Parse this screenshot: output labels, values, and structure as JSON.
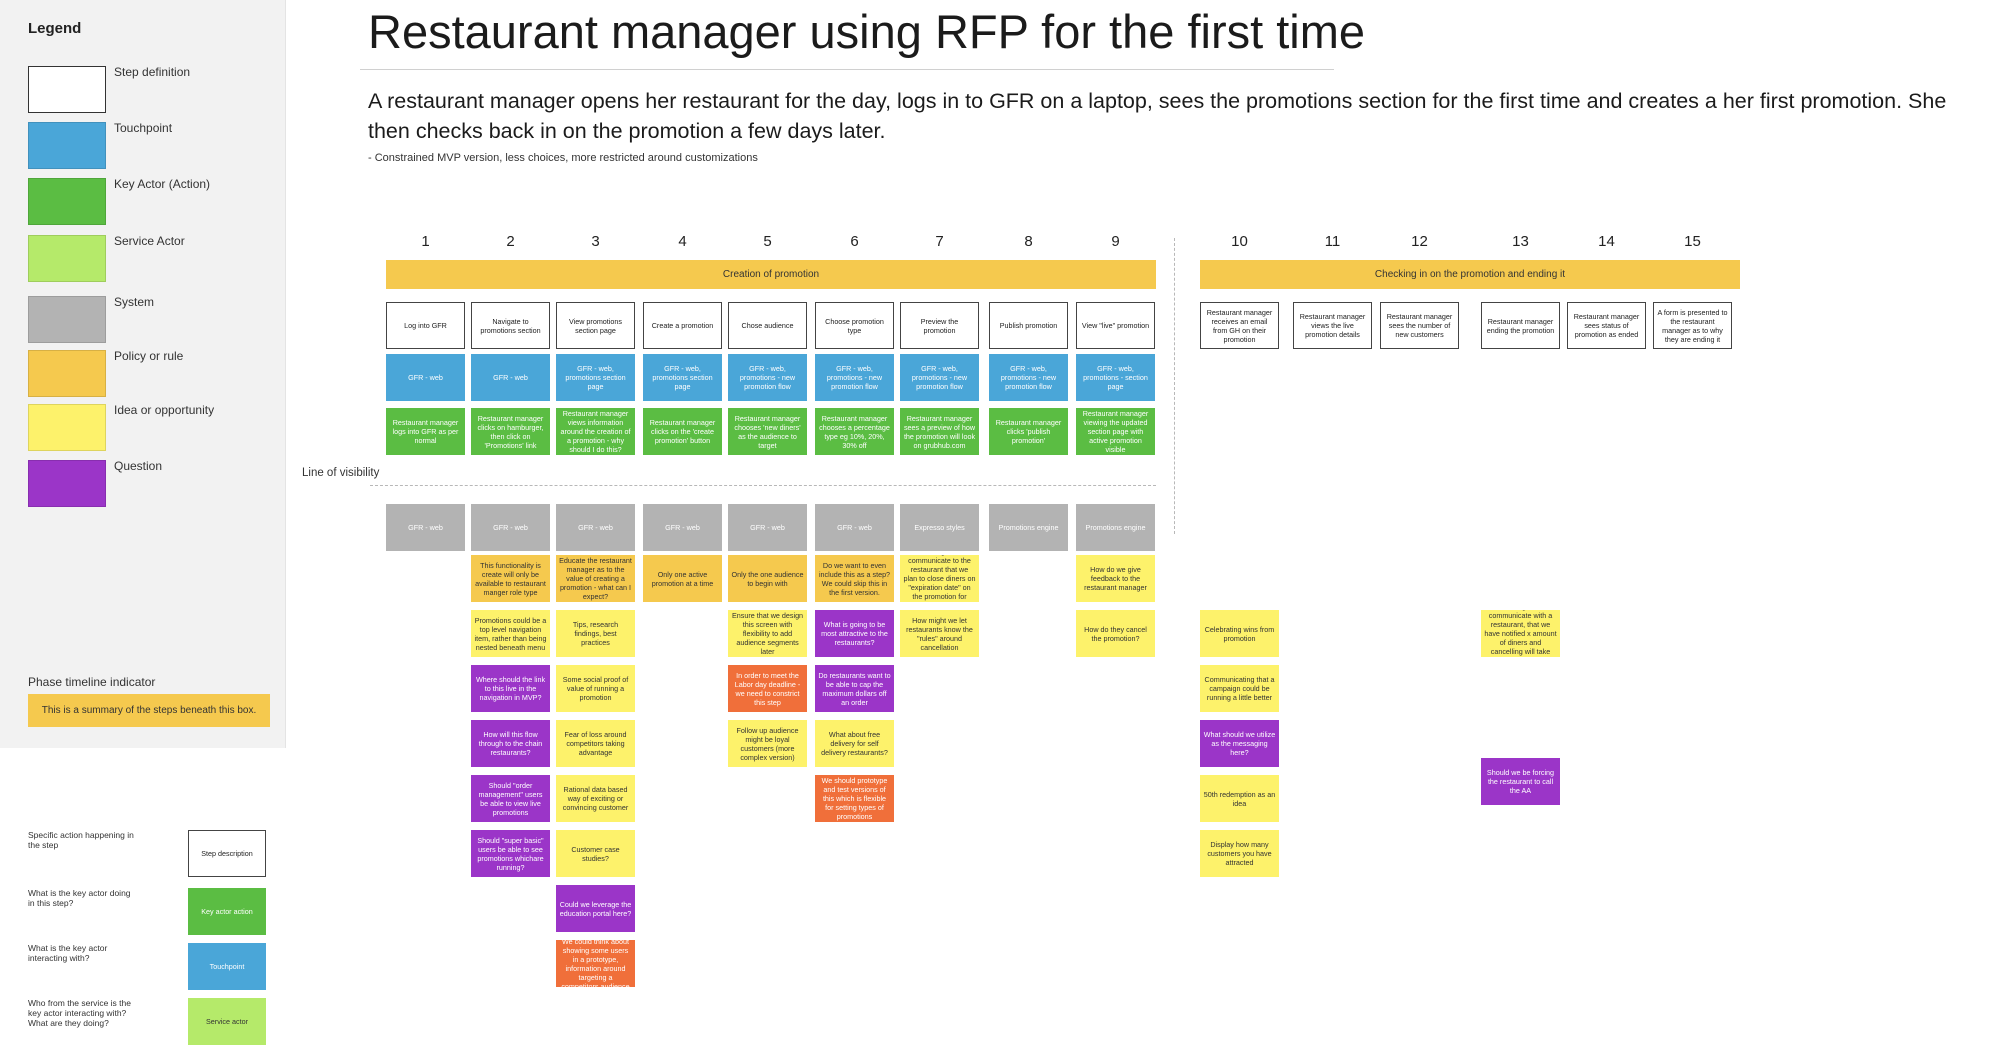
{
  "title": "Restaurant manager using RFP for the first time",
  "description": "A restaurant manager opens her restaurant for the day, logs in to GFR on a laptop, sees the promotions section for the first time and creates a her first promotion. She then checks back in on the promotion a few days later.",
  "note": "- Constrained MVP version, less choices, more restricted around customizations",
  "legend": {
    "title": "Legend",
    "items": [
      {
        "label": "Step definition",
        "color": "#ffffff"
      },
      {
        "label": "Touchpoint",
        "color": "#4aa6d8"
      },
      {
        "label": "Key Actor (Action)",
        "color": "#5bbd43"
      },
      {
        "label": "Service Actor",
        "color": "#b5ea6a"
      },
      {
        "label": "System",
        "color": "#b3b3b3"
      },
      {
        "label": "Policy or rule",
        "color": "#f5c94e"
      },
      {
        "label": "Idea or opportunity",
        "color": "#fdf26b"
      },
      {
        "label": "Question",
        "color": "#9b35c8"
      }
    ],
    "phase_label": "Phase timeline indicator",
    "phase_example": "This is a summary of the steps beneath this box."
  },
  "key": [
    {
      "question": "Specific action happening in the step",
      "card": "Step description",
      "color": "#ffffff"
    },
    {
      "question": "What is the key actor doing in this step?",
      "card": "Key actor action",
      "color": "#5bbd43"
    },
    {
      "question": "What is the key actor interacting with?",
      "card": "Touchpoint",
      "color": "#4aa6d8"
    },
    {
      "question": "Who from the service is the key actor interacting with? What are they doing?",
      "card": "Service actor",
      "color": "#b5ea6a"
    }
  ],
  "line_of_visibility": "Line of visibility",
  "phases": [
    "Creation of promotion",
    "Checking in on the promotion and ending it"
  ],
  "steps": [
    {
      "n": "1",
      "def": "Log into GFR",
      "tp": "GFR - web",
      "ka": "Restaurant manager logs into GFR as per normal",
      "sys": "GFR - web",
      "extra": []
    },
    {
      "n": "2",
      "def": "Navigate to promotions section",
      "tp": "GFR - web",
      "ka": "Restaurant manager clicks on hamburger, then click on 'Promotions' link",
      "sys": "GFR - web",
      "extra": [
        {
          "t": "pol",
          "text": "This functionality is create will only be available to restaurant manger role type"
        },
        {
          "t": "idea",
          "text": "Promotions could be a top level navigation item, rather than being nested beneath menu"
        },
        {
          "t": "q",
          "text": "Where should the link to this live in the navigation in MVP?"
        },
        {
          "t": "q",
          "text": "How will this flow through to the chain restaurants?"
        },
        {
          "t": "q",
          "text": "Should \"order management\" users be able to view live promotions"
        },
        {
          "t": "q",
          "text": "Should \"super basic\" users be able to see promotions whichare running?"
        }
      ]
    },
    {
      "n": "3",
      "def": "View promotions section page",
      "tp": "GFR - web, promotions section page",
      "ka": "Restaurant manager views information around the creation of a promotion - why should I do this?",
      "sys": "GFR - web",
      "extra": [
        {
          "t": "pol",
          "text": "Educate the restaurant manager as to the value of creating a promotion - what can I expect?"
        },
        {
          "t": "idea",
          "text": "Tips, research findings, best practices"
        },
        {
          "t": "idea",
          "text": "Some social proof of value of running a promotion"
        },
        {
          "t": "idea",
          "text": "Fear of loss around competitors taking advantage"
        },
        {
          "t": "idea",
          "text": "Rational data based way of exciting or convincing customer"
        },
        {
          "t": "idea",
          "text": "Customer case studies?"
        },
        {
          "t": "q",
          "text": "Could we leverage the education portal here?"
        },
        {
          "t": "or",
          "text": "We could think about showing some users in a prototype, information around targeting a competitors audience"
        }
      ]
    },
    {
      "n": "4",
      "def": "Create a promotion",
      "tp": "GFR - web, promotions section page",
      "ka": "Restaurant manager clicks on the 'create promotion' button",
      "sys": "GFR - web",
      "extra": [
        {
          "t": "pol",
          "text": "Only one active promotion at a time"
        }
      ]
    },
    {
      "n": "5",
      "def": "Chose audience",
      "tp": "GFR - web, promotions - new promotion flow",
      "ka": "Restaurant manager chooses 'new diners' as the audience to target",
      "sys": "GFR - web",
      "extra": [
        {
          "t": "pol",
          "text": "Only the one audience to begin with"
        },
        {
          "t": "idea",
          "text": "Ensure that we design this screen with flexibility to add audience segments later"
        },
        {
          "t": "or",
          "text": "In order to meet the Labor day deadline - we need to constrict this step"
        },
        {
          "t": "idea",
          "text": "Follow up audience might be loyal customers (more complex version)"
        }
      ]
    },
    {
      "n": "6",
      "def": "Choose promotion type",
      "tp": "GFR - web, promotions - new promotion flow",
      "ka": "Restaurant manager chooses a percentage type eg 10%, 20%, 30% off",
      "sys": "GFR - web",
      "extra": [
        {
          "t": "pol",
          "text": "Do we want to even include this as a step? We could skip this in the first version."
        },
        {
          "t": "q",
          "text": "What is going to be most attractive to the restaurants?"
        },
        {
          "t": "q",
          "text": "Do restaurants want to be able to cap the maximum dollars off an order"
        },
        {
          "t": "idea",
          "text": "What about free delivery for self delivery restaurants?"
        },
        {
          "t": "or",
          "text": "We should prototype and test versions of this which is flexible for setting types of promotions"
        }
      ]
    },
    {
      "n": "7",
      "def": "Preview the promotion",
      "tp": "GFR - web, promotions - new promotion flow",
      "ka": "Restaurant manager sees a preview of how the promotion will look on grubhub.com",
      "sys": "Expresso styles",
      "extra": [
        {
          "t": "idea",
          "text": "How might we communicate to the restaurant that we plan to close diners on \"expiration date\" on the promotion for diners"
        },
        {
          "t": "idea",
          "text": "How might we let restaurants know the \"rules\" around cancellation"
        }
      ]
    },
    {
      "n": "8",
      "def": "Publish promotion",
      "tp": "GFR - web, promotions - new promotion flow",
      "ka": "Restaurant manager clicks 'publish promotion'",
      "sys": "Promotions engine",
      "extra": []
    },
    {
      "n": "9",
      "def": "View \"live\" promotion",
      "tp": "GFR - web, promotions - section page",
      "ka": "Restaurant manager viewing the updated section page with active promotion visible",
      "sys": "Promotions engine",
      "extra": [
        {
          "t": "idea",
          "text": "How do we give feedback to the restaurant manager"
        },
        {
          "t": "idea",
          "text": "How do they cancel the promotion?"
        }
      ]
    },
    {
      "n": "10",
      "def": "Restaurant manager receives an email from GH on their promotion",
      "extra": [
        {
          "t": "idea",
          "text": "Celebrating wins from promotion"
        },
        {
          "t": "idea",
          "text": "Communicating that a campaign could be running a little better"
        },
        {
          "t": "q",
          "text": "What should we utilize as the messaging here?"
        },
        {
          "t": "idea",
          "text": "50th redemption as an idea"
        },
        {
          "t": "idea",
          "text": "Display how many customers you have attracted"
        }
      ]
    },
    {
      "n": "11",
      "def": "Restaurant manager views the live promotion details",
      "extra": []
    },
    {
      "n": "12",
      "def": "Restaurant manager sees the number of new customers",
      "extra": []
    },
    {
      "n": "13",
      "def": "Restaurant manager ending the promotion",
      "extra": [
        {
          "t": "idea",
          "text": "How might we communicate with a restaurant, that we have notified x amount of diners and cancelling will take effect at a later point"
        },
        {
          "t": "q",
          "text": "Should we be forcing the restaurant to call the AA"
        }
      ]
    },
    {
      "n": "14",
      "def": "Restaurant manager sees status of promotion as ended",
      "extra": []
    },
    {
      "n": "15",
      "def": "A form is presented to the restaurant manager as to why they are ending it",
      "extra": []
    }
  ]
}
